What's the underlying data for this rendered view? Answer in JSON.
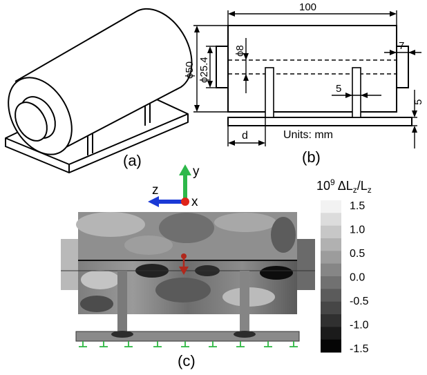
{
  "panels": {
    "a": {
      "label": "(a)"
    },
    "b": {
      "label": "(b)",
      "dims": {
        "length": "100",
        "outer_diameter": "ϕ50",
        "bore_diameter": "ϕ25.4",
        "hole_diameter": "ϕ8",
        "flange_width": "7",
        "support_thickness": "5",
        "base_thickness": "5",
        "support_offset": "d"
      },
      "units": "Units: mm"
    },
    "c": {
      "label": "(c)",
      "axes": {
        "y": "y",
        "z": "z",
        "x": "x"
      },
      "axis_colors": {
        "y": "#2db84a",
        "z": "#1a39d6",
        "x": "#e0241b"
      },
      "colorbar": {
        "title_prefix": "10",
        "title_exp": "9",
        "title_main": " ΔL",
        "title_sub1": "z",
        "title_slash": "/L",
        "title_sub2": "z",
        "ticks": [
          "1.5",
          "1.0",
          "0.5",
          "0.0",
          "-0.5",
          "-1.0",
          "-1.5"
        ]
      },
      "arrow_color": "#b0281c",
      "support_color": "#2bb640"
    }
  }
}
